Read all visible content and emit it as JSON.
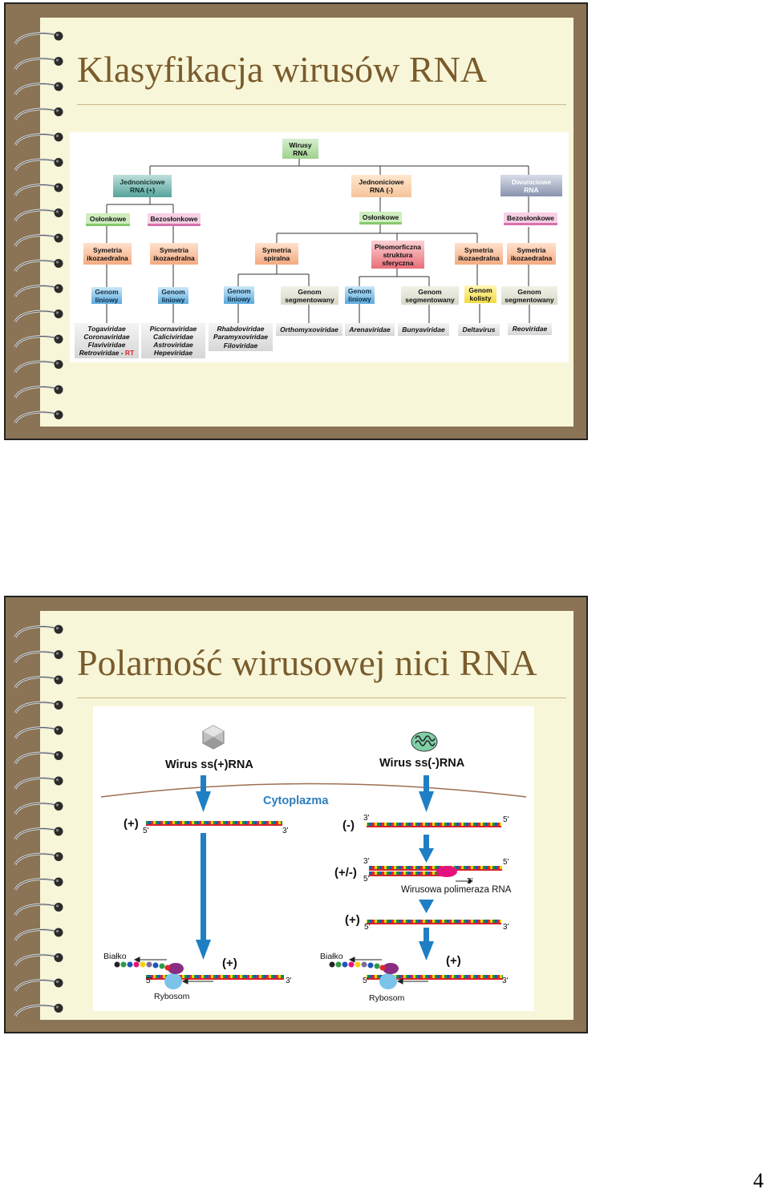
{
  "slides": [
    {
      "title": "Klasyfikacja wirusów RNA",
      "tree": {
        "root": "Wirusy\nRNA",
        "level1": [
          "Jednoniciowe\nRNA (+)",
          "Jednoniciowe\nRNA (-)",
          "Dwuniciowe\nRNA"
        ],
        "envelope": [
          "Osłonkowe",
          "Bezosłonkowe",
          "Osłonkowe",
          "Bezosłonkowe"
        ],
        "symmetry": [
          "Symetria\nikozaedralna",
          "Symetria\nikozaedralna",
          "Symetria\nspiralna",
          "Pleomorficzna\nstruktura\nsferyczna",
          "Symetria\nikozaedralna",
          "Symetria\nikozaedralna"
        ],
        "genome": [
          "Genom\nliniowy",
          "Genom\nliniowy",
          "Genom\nliniowy",
          "Genom\nsegmentowany",
          "Genom\nliniowy",
          "Genom\nsegmentowany",
          "Genom\nkolisty",
          "Genom\nsegmentowany"
        ],
        "families": [
          [
            "Togaviridae",
            "Coronaviridae",
            "Flaviviridae",
            "Retroviridae - "
          ],
          [
            "Picornaviridae",
            "Caliciviridae",
            "Astroviridae",
            "Hepeviridae"
          ],
          [
            "Rhabdoviridae",
            "Paramyxoviridae",
            "Filoviridae"
          ],
          [
            "Orthomyxoviridae"
          ],
          [
            "Arenaviridae"
          ],
          [
            "Bunyaviridae"
          ],
          [
            "Deltavirus"
          ],
          [
            "Reoviridae"
          ]
        ],
        "rt_label": "RT"
      }
    },
    {
      "title": "Polarność wirusowej nici RNA",
      "diagram": {
        "left_virus": "Wirus ss(+)RNA",
        "right_virus": "Wirus ss(-)RNA",
        "cytoplasm": "Cytoplazma",
        "plus": "(+)",
        "minus": "(-)",
        "plus_minus": "(+/-)",
        "five_prime": "5'",
        "three_prime": "3'",
        "polymerase": "Wirusowa polimeraza RNA",
        "protein": "Białko",
        "ribosome": "Rybosom",
        "colors": {
          "arrow": "#1f7fc4",
          "strand": "#d8232a",
          "cytoplasm": "#2c7dbd",
          "polymerase": "#e5127d",
          "ribosome": "#7cc3ea",
          "ribosome_top": "#8b2c83"
        }
      }
    }
  ],
  "page_number": "4"
}
